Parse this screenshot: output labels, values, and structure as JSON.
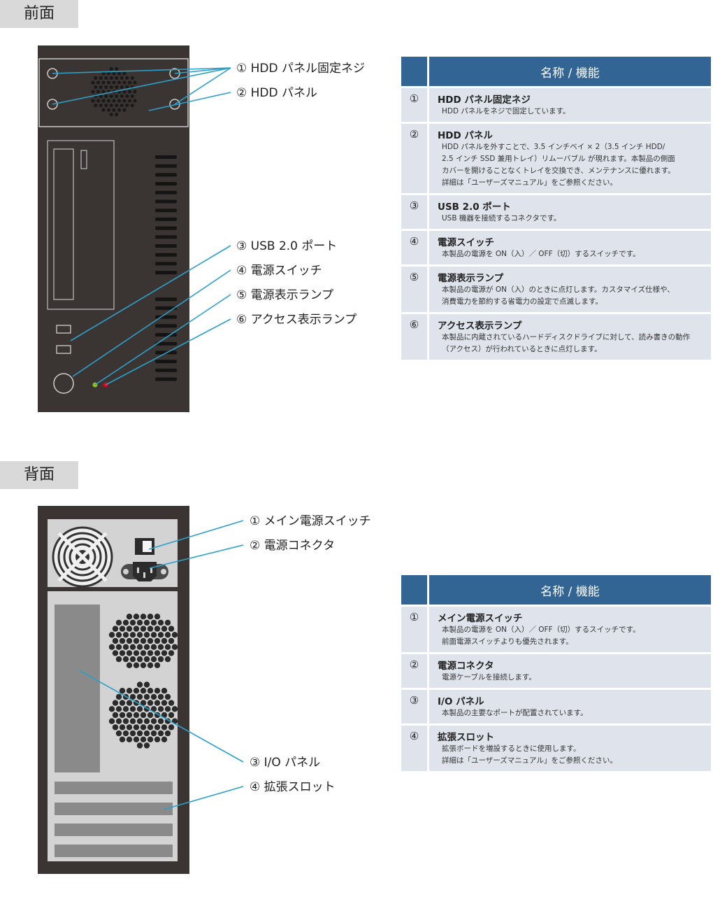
{
  "front": {
    "section_label": "前面",
    "callouts": [
      {
        "label": "① HDD パネル固定ネジ"
      },
      {
        "label": "② HDD パネル"
      },
      {
        "label": "③ USB 2.0 ポート"
      },
      {
        "label": "④ 電源スイッチ"
      },
      {
        "label": "⑤ 電源表示ランプ"
      },
      {
        "label": "⑥ アクセス表示ランプ"
      }
    ],
    "table": {
      "header": "名称 / 機能",
      "rows": [
        {
          "num": "①",
          "name": "HDD パネル固定ネジ",
          "desc": "HDD パネルをネジで固定しています。"
        },
        {
          "num": "②",
          "name": "HDD パネル",
          "desc": "HDD パネルを外すことで、3.5 インチベイ × 2（3.5 インチ HDD/\n2.5 インチ SSD 兼用トレイ）リムーバブル が現れます。本製品の側面\nカバーを開けることなくトレイを交換でき、メンテナンスに優れます。\n詳細は「ユーザーズマニュアル」をご参照ください。"
        },
        {
          "num": "③",
          "name": "USB 2.0 ポート",
          "desc": "USB 機器を接続するコネクタです。"
        },
        {
          "num": "④",
          "name": "電源スイッチ",
          "desc": "本製品の電源を ON（入）／ OFF（切）するスイッチです。"
        },
        {
          "num": "⑤",
          "name": "電源表示ランプ",
          "desc": "本製品の電源が ON（入）のときに点灯します。カスタマイズ仕様や、\n消費電力を節約する省電力の設定で点滅します。"
        },
        {
          "num": "⑥",
          "name": "アクセス表示ランプ",
          "desc": "本製品に内蔵されているハードディスクドライブに対して、読み書きの動作\n（アクセス）が行われているときに点灯します。"
        }
      ]
    }
  },
  "rear": {
    "section_label": "背面",
    "callouts": [
      {
        "label": "① メイン電源スイッチ"
      },
      {
        "label": "② 電源コネクタ"
      },
      {
        "label": "③ I/O パネル"
      },
      {
        "label": "④ 拡張スロット"
      }
    ],
    "table": {
      "header": "名称 / 機能",
      "rows": [
        {
          "num": "①",
          "name": "メイン電源スイッチ",
          "desc": "本製品の電源を ON（入）／ OFF（切）するスイッチです。\n前面電源スイッチよりも優先されます。"
        },
        {
          "num": "②",
          "name": "電源コネクタ",
          "desc": "電源ケーブルを接続します。"
        },
        {
          "num": "③",
          "name": "I/O パネル",
          "desc": "本製品の主要なポートが配置されています。"
        },
        {
          "num": "④",
          "name": "拡張スロット",
          "desc": "拡張ボードを増設するときに使用します。\n詳細は「ユーザーズマニュアル」をご参照ください。"
        }
      ]
    }
  },
  "colors": {
    "leader": "#2e9fc9",
    "header": "#336594",
    "row": "#dfe3ec",
    "case_front": "#3a3532",
    "case_rear": "#3a3532",
    "power_led": "#8dc21f",
    "access_led": "#e60012"
  }
}
